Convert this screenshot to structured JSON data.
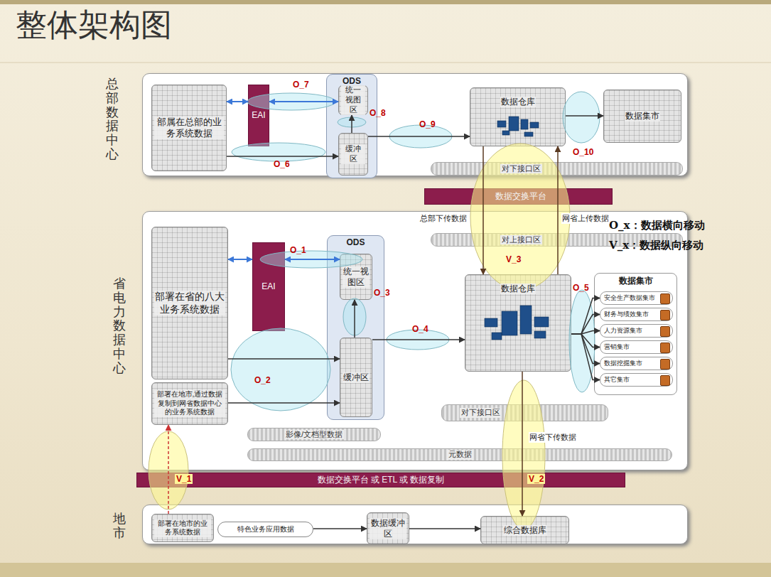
{
  "diagram": {
    "title": "整体架构图",
    "nodes": [
      {
        "text": [
          "总部数据中心"
        ]
      },
      {
        "text": [
          "部属在总部的业务系统数据"
        ],
        "in": 0
      },
      {
        "text": [
          "EAI"
        ],
        "in": 0
      },
      {
        "text": [
          "ODS"
        ],
        "in": 0
      },
      {
        "text": [
          "统一视图区"
        ],
        "in": 3
      },
      {
        "text": [
          "缓冲区"
        ],
        "in": 3
      },
      {
        "text": [
          "数据仓库"
        ],
        "in": 0
      },
      {
        "text": [
          "数据集市"
        ],
        "in": 0
      },
      {
        "text": [
          "对下接口区"
        ],
        "in": 0
      },
      {
        "text": [
          "数据交换平台"
        ]
      },
      {
        "text": [
          "省电力数据中心"
        ]
      },
      {
        "text": [
          "对上接口区"
        ],
        "in": 10
      },
      {
        "text": [
          "部署在省的八大业务系统数据"
        ],
        "in": 10
      },
      {
        "text": [
          "EAI"
        ],
        "in": 10
      },
      {
        "text": [
          "ODS"
        ],
        "in": 10
      },
      {
        "text": [
          "统一视图区"
        ],
        "in": 14
      },
      {
        "text": [
          "缓冲区"
        ],
        "in": 14
      },
      {
        "text": [
          "数据仓库"
        ],
        "in": 10
      },
      {
        "text": [
          "数据集市"
        ],
        "in": 10
      },
      {
        "text": [
          "安全生产数据集市"
        ],
        "in": 18
      },
      {
        "text": [
          "财务与绩效集市"
        ],
        "in": 18
      },
      {
        "text": [
          "人力资源集市"
        ],
        "in": 18
      },
      {
        "text": [
          "营销集市"
        ],
        "in": 18
      },
      {
        "text": [
          "数据挖掘集市"
        ],
        "in": 18
      },
      {
        "text": [
          "其它集市"
        ],
        "in": 18
      },
      {
        "text": [
          "部署在地市,通过数据复制到网省数据中心的业务系统数据"
        ],
        "in": 10
      },
      {
        "text": [
          "对下接口区"
        ],
        "in": 10
      },
      {
        "text": [
          "影像/文档型数据"
        ],
        "in": 10
      },
      {
        "text": [
          "元数据"
        ],
        "in": 10
      },
      {
        "text": [
          "数据交换平台 或 ETL 或 数据复制"
        ]
      },
      {
        "text": [
          "地市"
        ]
      },
      {
        "text": [
          "部署在地市的业务系统数据"
        ],
        "in": 30
      },
      {
        "text": [
          "特色业务应用数据"
        ],
        "in": 30
      },
      {
        "text": [
          "数据缓冲区"
        ],
        "in": 30
      },
      {
        "text": [
          "综合数据库"
        ],
        "in": 30
      }
    ],
    "edges": [
      {
        "from": 1,
        "to": 2,
        "arrow": "both"
      },
      {
        "from": 2,
        "to": 4,
        "arrow": "both"
      },
      {
        "from": 1,
        "to": 5,
        "arrow": "to"
      },
      {
        "from": 5,
        "to": 4,
        "arrow": "to"
      },
      {
        "from": 5,
        "to": 6,
        "arrow": "to"
      },
      {
        "from": 6,
        "to": 7,
        "arrow": "to"
      },
      {
        "from": 6,
        "to": 17,
        "label": "总部下传数据",
        "arrow": "to"
      },
      {
        "from": 17,
        "to": 6,
        "label": "网省上传数据",
        "arrow": "to"
      },
      {
        "from": 12,
        "to": 13,
        "arrow": "both"
      },
      {
        "from": 13,
        "to": 15,
        "arrow": "both"
      },
      {
        "from": 12,
        "to": 16,
        "arrow": "to"
      },
      {
        "from": 25,
        "to": 16,
        "arrow": "to"
      },
      {
        "from": 16,
        "to": 15,
        "arrow": "to"
      },
      {
        "from": 16,
        "to": 17,
        "arrow": "to"
      },
      {
        "from": 17,
        "to": 19,
        "arrow": "to"
      },
      {
        "from": 17,
        "to": 20,
        "arrow": "to"
      },
      {
        "from": 17,
        "to": 21,
        "arrow": "to"
      },
      {
        "from": 17,
        "to": 22,
        "arrow": "to"
      },
      {
        "from": 17,
        "to": 23,
        "arrow": "to"
      },
      {
        "from": 17,
        "to": 24,
        "arrow": "to"
      },
      {
        "from": 17,
        "to": 34,
        "label": "网省下传数据",
        "arrow": "to"
      },
      {
        "from": 31,
        "to": 25,
        "arrow": "to"
      },
      {
        "from": 32,
        "to": 33,
        "arrow": "to"
      },
      {
        "from": 33,
        "to": 34,
        "arrow": "to"
      }
    ],
    "labels": [
      "O_7",
      "O_6",
      "O_8",
      "O_9",
      "O_10",
      "O_1",
      "O_3",
      "O_2",
      "O_4",
      "O_5",
      "V_3",
      "V_2",
      "V_1",
      "O_x：数据横向移动",
      "V_x：数据纵向移动"
    ]
  }
}
